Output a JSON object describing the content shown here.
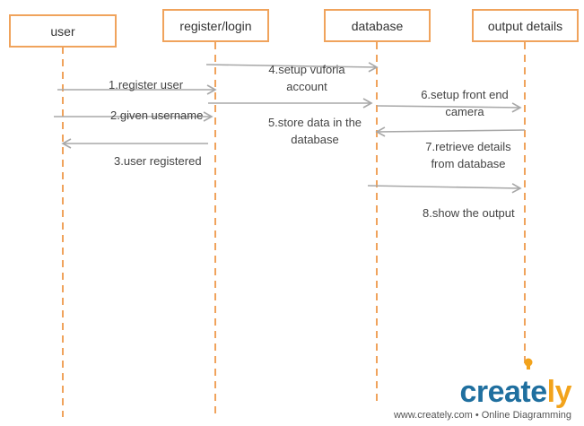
{
  "actors": [
    {
      "id": "user",
      "label": "user"
    },
    {
      "id": "register",
      "label": "register/login"
    },
    {
      "id": "database",
      "label": "database"
    },
    {
      "id": "output",
      "label": "output details"
    }
  ],
  "messages": [
    {
      "id": "m1",
      "text": "1.register user",
      "from": "user",
      "to": "register"
    },
    {
      "id": "m2",
      "text": "2.given username",
      "from": "user",
      "to": "register"
    },
    {
      "id": "m3",
      "text": "3.user registered",
      "from": "register",
      "to": "user"
    },
    {
      "id": "m4",
      "text": "4.setup vuforia account",
      "from": "register",
      "to": "database"
    },
    {
      "id": "m5",
      "text": "5.store data in the database",
      "from": "register",
      "to": "database"
    },
    {
      "id": "m6",
      "text": "6.setup front end camera",
      "from": "database",
      "to": "output"
    },
    {
      "id": "m7",
      "text": "7.retrieve details from database",
      "from": "output",
      "to": "database"
    },
    {
      "id": "m8",
      "text": "8.show the output",
      "from": "database",
      "to": "output"
    }
  ],
  "colors": {
    "lifeline": "#f0a35c",
    "arrow": "#a8a8a8",
    "brand": "#1f6f9f",
    "brand_accent": "#f2a31b"
  },
  "watermark": {
    "brand_main": "creat",
    "brand_accent": "ly",
    "brand_e": "e",
    "tagline": "www.creately.com • Online Diagramming"
  }
}
